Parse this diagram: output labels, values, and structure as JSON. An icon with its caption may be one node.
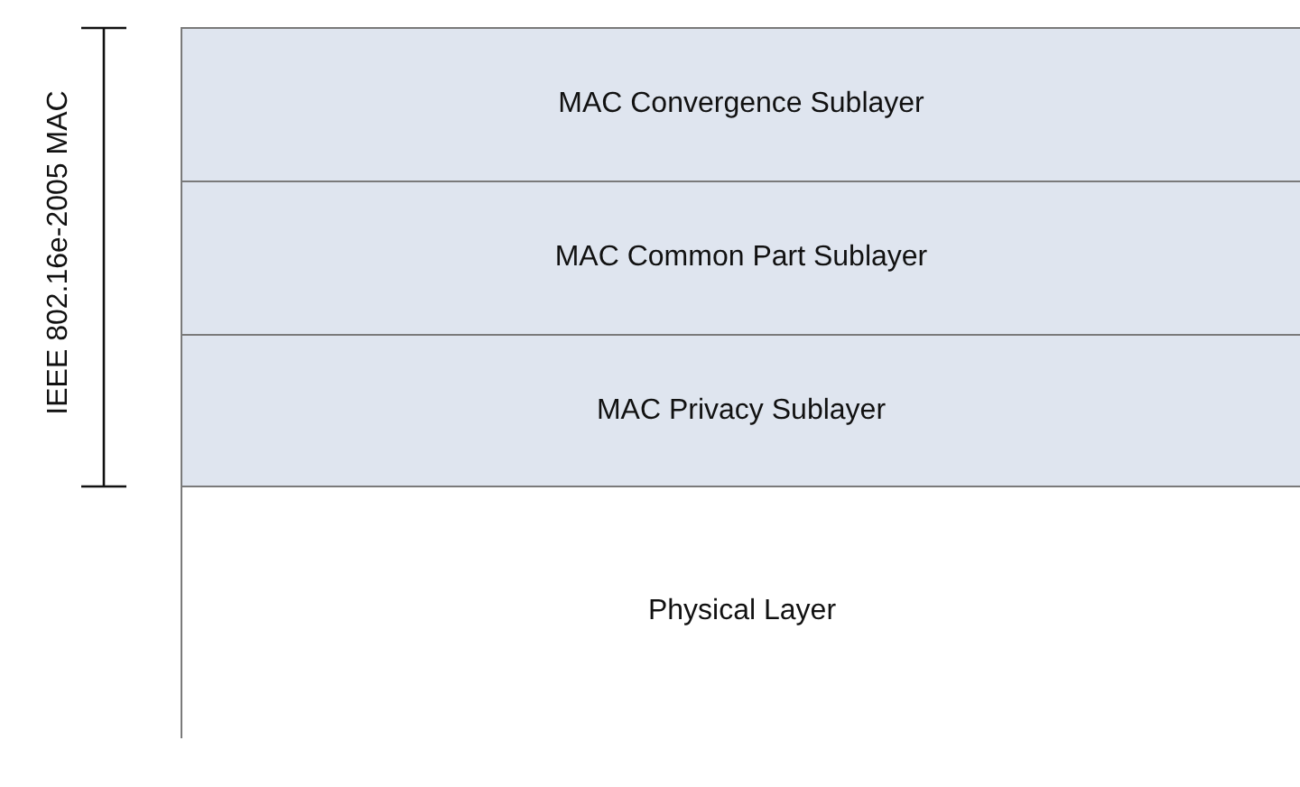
{
  "diagram": {
    "nodes": [
      {
        "text": [
          "MAC Convergence Sublayer"
        ]
      },
      {
        "text": [
          "MAC Common Part Sublayer"
        ]
      },
      {
        "text": [
          "MAC Privacy Sublayer"
        ]
      },
      {
        "text": [
          "Physical Layer"
        ]
      }
    ],
    "labels": [
      "IEEE 802.16e-2005 MAC"
    ]
  }
}
